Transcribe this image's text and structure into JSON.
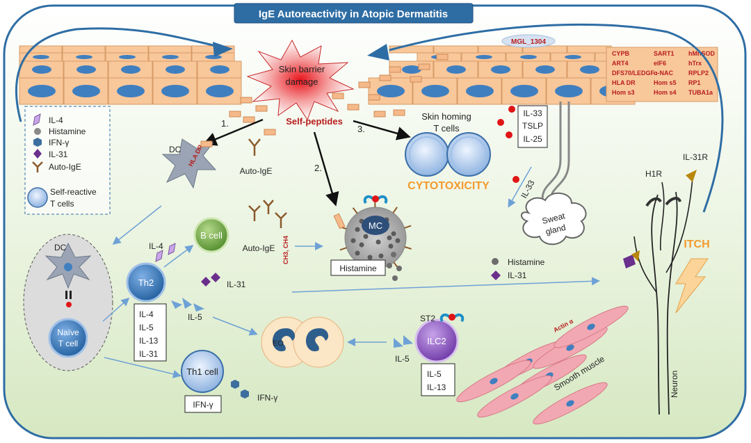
{
  "title": "IgE Autoreactivity in Atopic Dermatitis",
  "labels": {
    "skin_barrier": [
      "Skin barrier",
      "damage"
    ],
    "self_peptides": "Self-peptides",
    "mgl": "MGL_1304",
    "step1": "1.",
    "step2": "2.",
    "step3": "3.",
    "skin_homing": [
      "Skin homing",
      "T cells"
    ],
    "cytotoxicity": "CYTOTOXICITY",
    "dc_top": "DC",
    "hla_dr": "HLA DR",
    "auto_ige_top": "Auto-IgE",
    "auto_ige_mid": "Auto-IgE",
    "ch3_ch4": "CH3, CH4",
    "bcell": "B cell",
    "mc": "MC",
    "histamine_box": "Histamine",
    "dc_left": "DC",
    "naive": [
      "Naïve",
      "T cell"
    ],
    "th2": "Th2",
    "il4_th2": "IL-4",
    "il31_mid": "IL-31",
    "il5_mid": "IL-5",
    "eo": "EO",
    "ilc2": "ILC2",
    "st2": "ST2",
    "il5_ilc2": "IL-5",
    "th1": "Th1 cell",
    "ifn_box": "IFN-γ",
    "ifn_label": "IFN-γ",
    "histamine_right": "Histamine",
    "il31_right": "IL-31",
    "il33_arrow": "IL-33",
    "sweat": [
      "Sweat",
      "gland"
    ],
    "h1r": "H1R",
    "il31r": "IL-31R",
    "itch": "ITCH",
    "neuron": "Neuron",
    "smooth_muscle": "Smooth muscle",
    "actin": "Actin α"
  },
  "cytokine_box_keratinocyte": [
    "IL-33",
    "TSLP",
    "IL-25"
  ],
  "th2_box": [
    "IL-4",
    "IL-5",
    "IL-13",
    "IL-31"
  ],
  "ilc2_box": [
    "IL-5",
    "IL-13"
  ],
  "autoantigens": [
    [
      "CYPB",
      "SART1",
      "hMnSOD"
    ],
    [
      "ART4",
      "eIF6",
      "hTrx"
    ],
    [
      "DFS70/LEDGF",
      "α-NAC",
      "RPLP2"
    ],
    [
      "HLA DR",
      "Hom s5",
      "RP1"
    ],
    [
      "Hom s3",
      "Hom s4",
      "TUBA1a"
    ]
  ],
  "legend": [
    {
      "icon": "il4-icon",
      "label": "IL-4"
    },
    {
      "icon": "histamine-icon",
      "label": "Histamine"
    },
    {
      "icon": "ifn-icon",
      "label": "IFN-γ"
    },
    {
      "icon": "il31-icon",
      "label": "IL-31"
    },
    {
      "icon": "auto-ige-icon",
      "label": "Auto-IgE"
    },
    {
      "icon": "self-reactive-t-icon",
      "label": "Self-reactive T cells"
    }
  ],
  "colors": {
    "frame": "#2e6da4",
    "title_bg": "#2e6da4",
    "skin_cell": "#f8c79a",
    "skin_nucleus": "#3f7fc0",
    "tissue": "#dfeecf",
    "self_peptide": "#f5b98a",
    "text_red": "#b71c1c",
    "cytotoxicity": "#f39a2d",
    "itch": "#f39a2d",
    "il4": "#c9a6e8",
    "il31": "#6a2f8c",
    "ifn": "#3d6f9e",
    "histamine": "#8a8a8a",
    "il5": "#6ea1d6",
    "ilc2": "#8e5bbf",
    "smooth_muscle": "#f2a8b2"
  }
}
